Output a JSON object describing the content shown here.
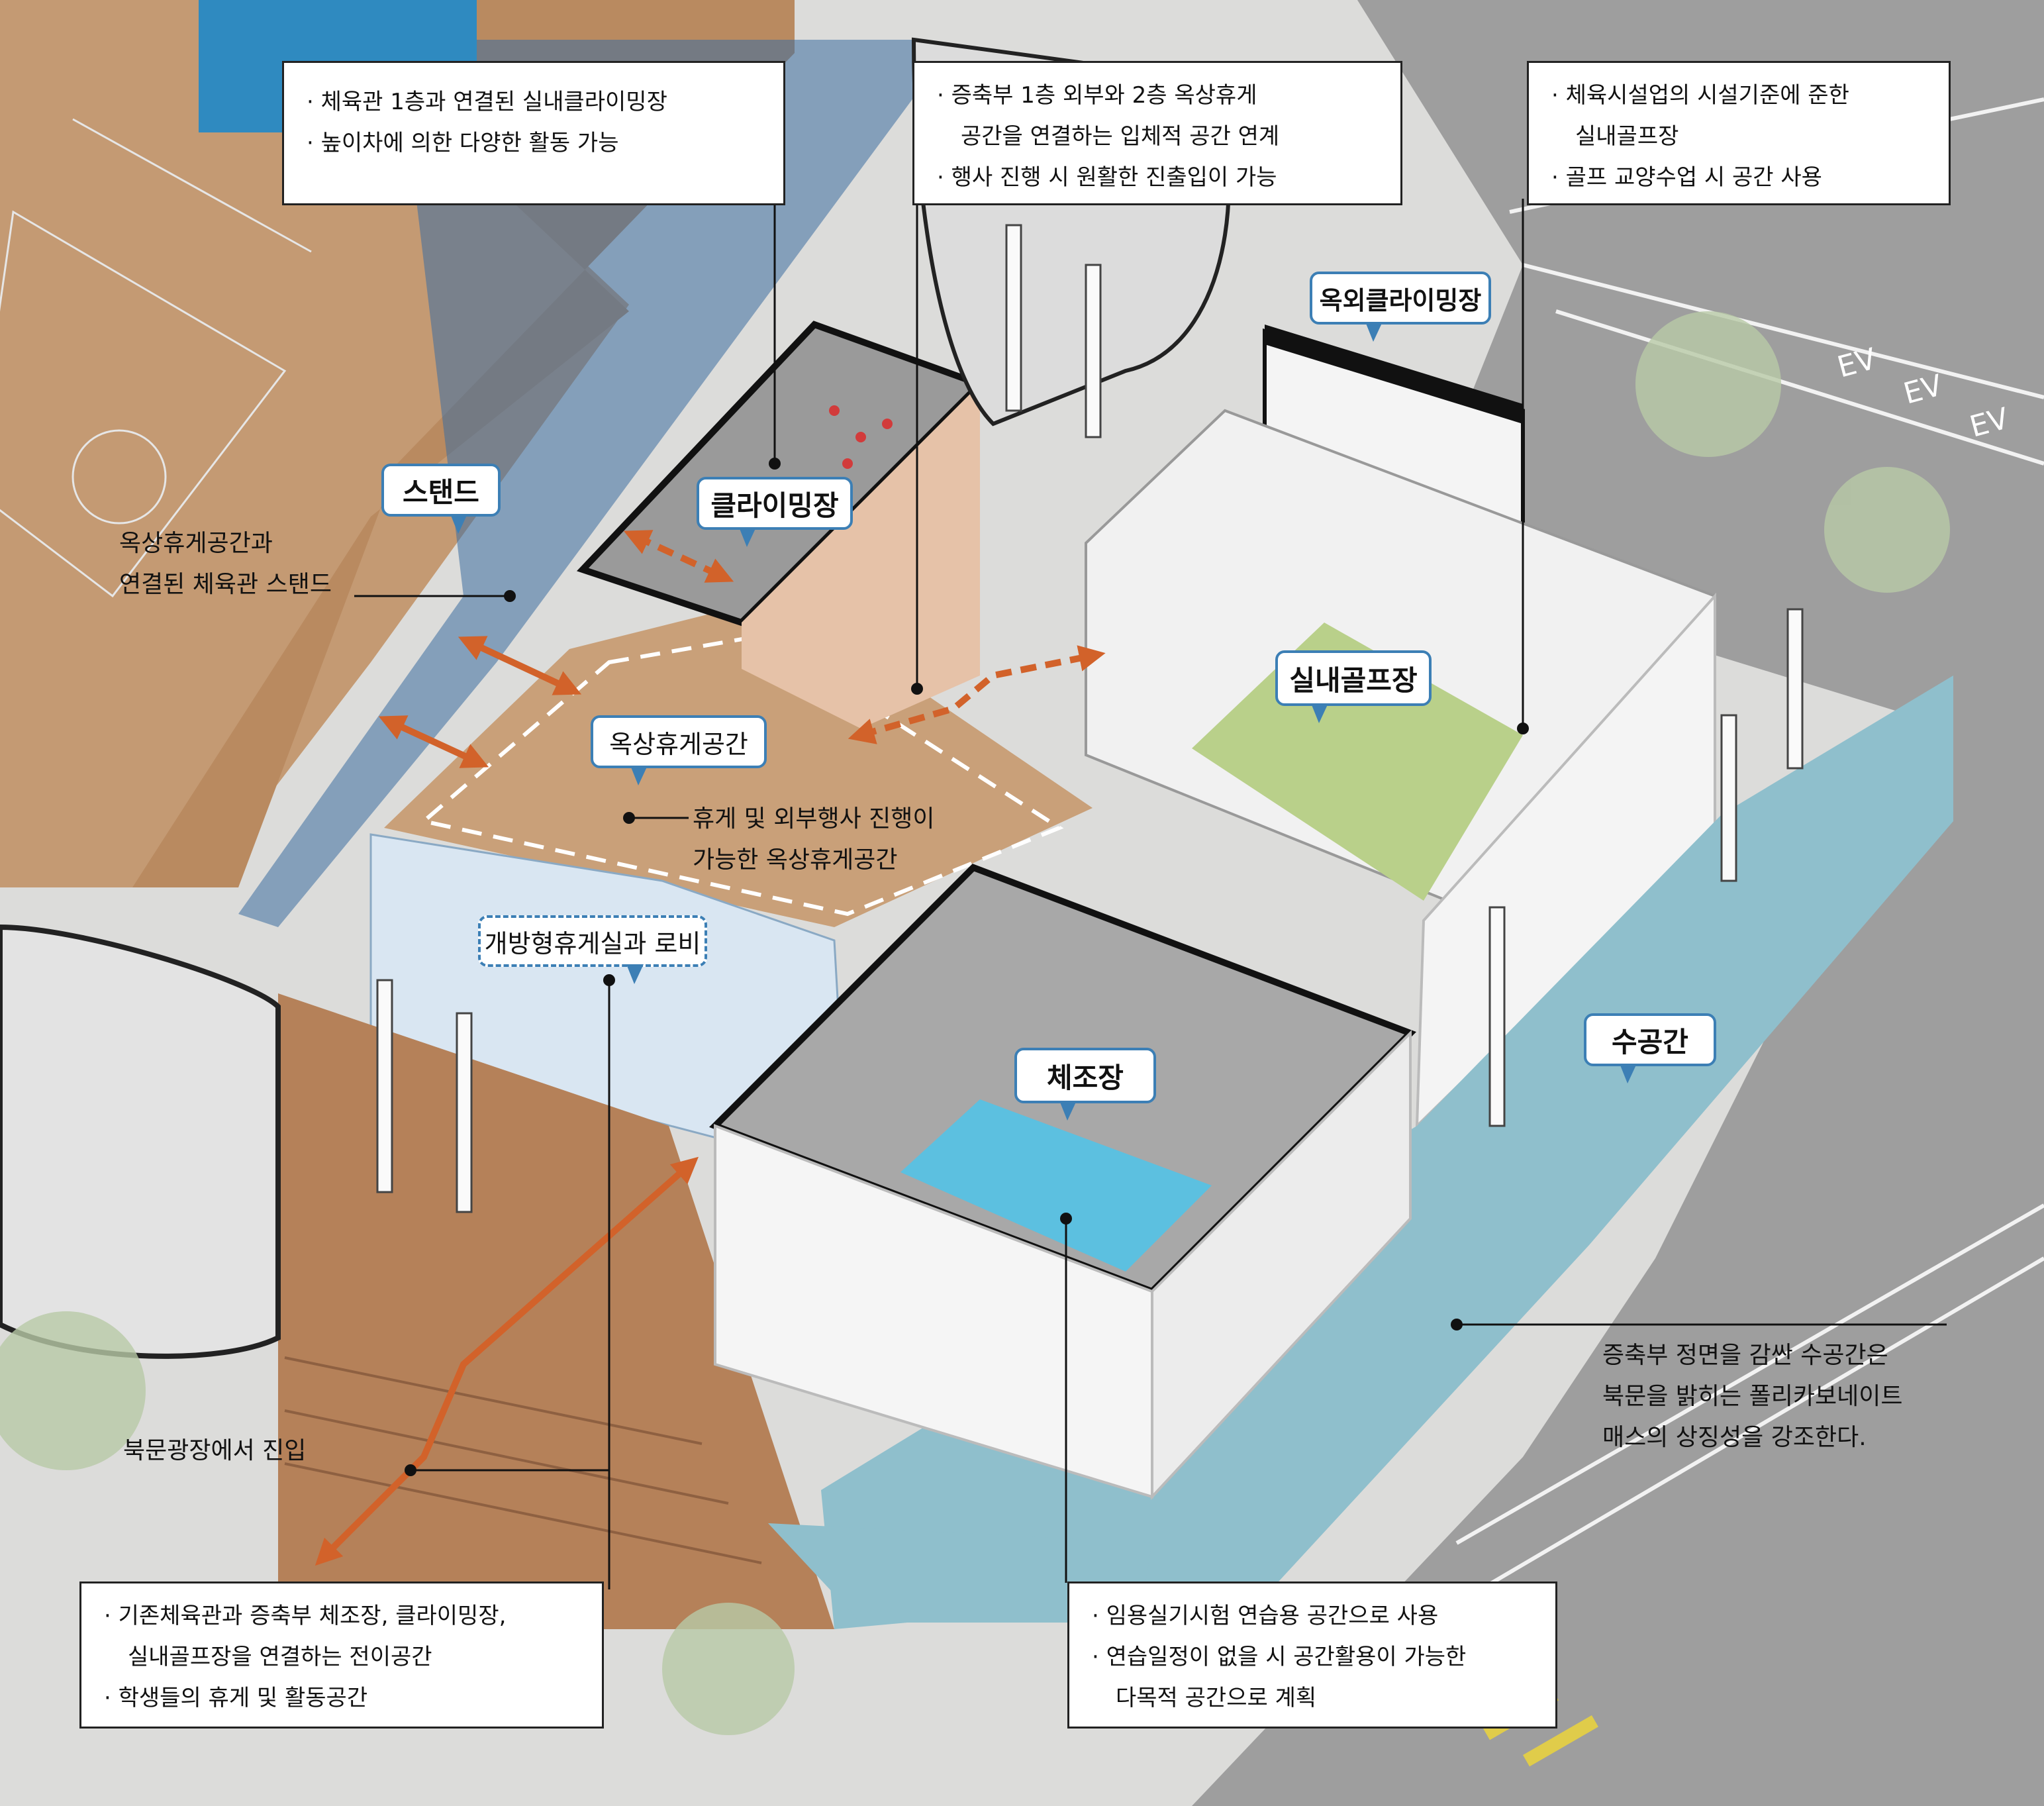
{
  "notes": {
    "climbing_indoor": [
      "· 체육관 1층과 연결된 실내클라이밍장",
      "· 높이차에 의한 다양한 활동 가능"
    ],
    "extension_link": [
      "· 증축부 1층 외부와 2층 옥상휴게",
      "공간을 연결하는 입체적 공간 연계",
      "· 행사 진행 시 원활한 진출입이 가능"
    ],
    "golf_standard": [
      "· 체육시설업의 시설기준에 준한",
      "실내골프장",
      "· 골프 교양수업 시 공간 사용"
    ],
    "transition_space": [
      "· 기존체육관과 증축부 체조장, 클라이밍장,",
      "실내골프장을 연결하는 전이공간",
      "· 학생들의 휴게 및 활동공간"
    ],
    "gym_practice": [
      "· 임용실기시험 연습용 공간으로 사용",
      "· 연습일정이 없을 시 공간활용이 가능한",
      "다목적 공간으로 계획"
    ]
  },
  "bubbles": {
    "stand": "스탠드",
    "climbing": "클라이밍장",
    "outdoor_climbing": "옥외클라이밍장",
    "indoor_golf": "실내골프장",
    "rooftop_lounge": "옥상휴게공간",
    "open_lounge": "개방형휴게실과 로비",
    "gymnastics": "체조장",
    "water_space": "수공간"
  },
  "labels": {
    "stand_desc": [
      "옥상휴게공간과",
      "연결된 체육관 스탠드"
    ],
    "rooftop_desc": [
      "휴게 및 외부행사 진행이",
      "가능한 옥상휴게공간"
    ],
    "entry": "북문광장에서 진입",
    "water_desc": [
      "증축부 정면을 감싼 수공간은",
      "북문을 밝히는 폴리카보네이트",
      "매스의 상징성을  강조한다."
    ]
  },
  "road_markings": [
    "EV",
    "EV",
    "EV"
  ],
  "colors": {
    "arrow": "#d2622a",
    "bubble_border": "#3c7fb5",
    "water": "#8fbfcc",
    "wood_floor": "#c49a73",
    "golf_turf": "#b9d08a",
    "gym_floor": "#5cc0e0"
  }
}
